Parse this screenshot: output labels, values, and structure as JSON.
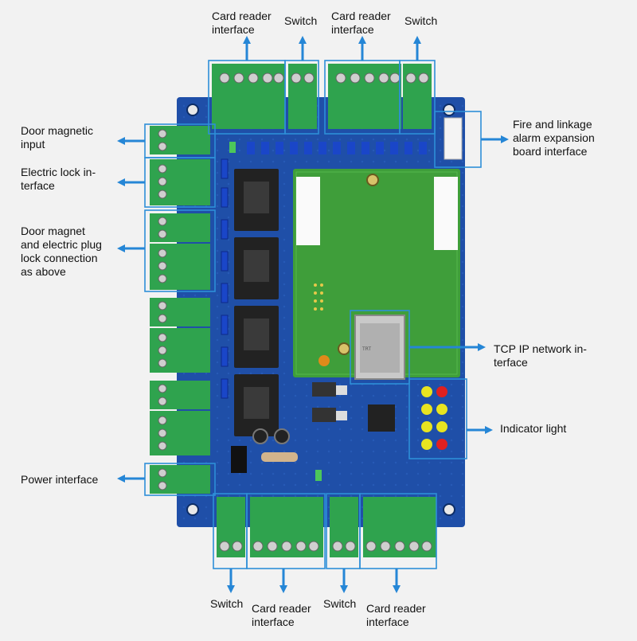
{
  "labels": {
    "top_card_reader_left": "Card reader\ninterface",
    "top_switch_left": "Switch",
    "top_card_reader_right": "Card reader\ninterface",
    "top_switch_right": "Switch",
    "door_magnetic_input": "Door magnetic\ninput",
    "electric_lock_interface": "Electric lock in-\nterface",
    "door_magnet_plug_lock": "Door magnet\nand electric plug\nlock connection\nas above",
    "fire_linkage": "Fire and linkage\nalarm expansion\nboard interface",
    "tcp_ip": "TCP IP network in-\nterface",
    "indicator_light": "Indicator light",
    "power_interface": "Power interface",
    "bottom_switch_left": "Switch",
    "bottom_card_reader_left": "Card reader\ninterface",
    "bottom_switch_right": "Switch",
    "bottom_card_reader_right": "Card reader\ninterface"
  },
  "colors": {
    "board_blue": "#1f4fa8",
    "pcb_green": "#3f9e3a",
    "terminal_green": "#2fa34e",
    "callout_blue": "#2e8fd8",
    "arrow_blue": "#2586d6"
  }
}
